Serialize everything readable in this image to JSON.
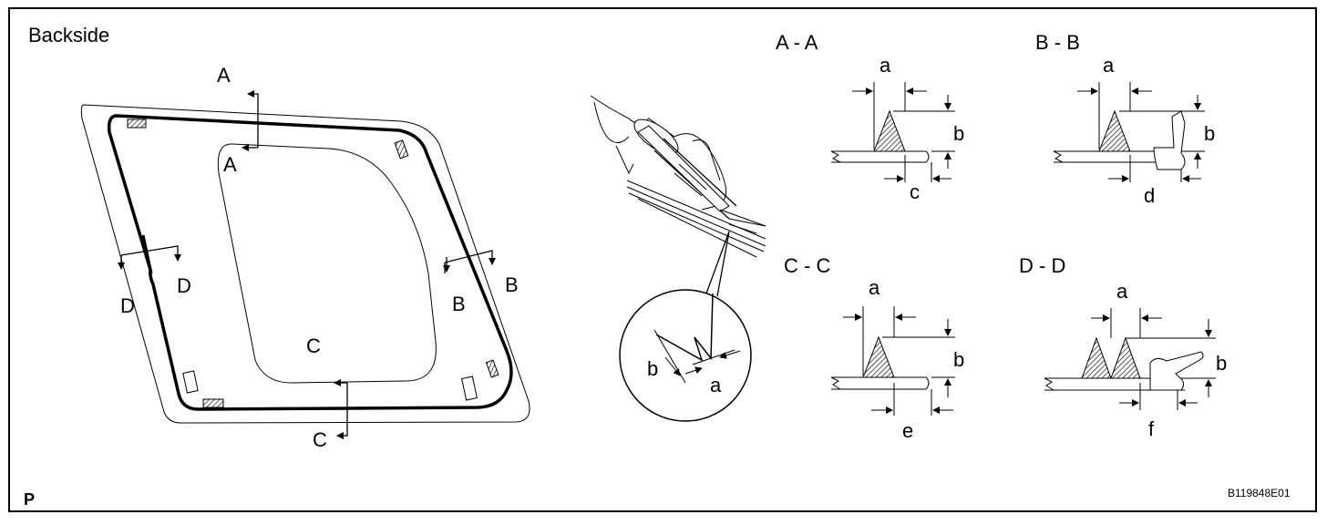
{
  "panel": {
    "title": "Backside",
    "corner_mark": "P",
    "figure_code": "B119848E01"
  },
  "labels": {
    "a": "a",
    "b": "b",
    "c": "c",
    "d": "d",
    "e": "e",
    "f": "f",
    "A": "A",
    "B": "B",
    "C": "C",
    "D": "D"
  },
  "sections": {
    "aa": "A - A",
    "bb": "B - B",
    "cc": "C - C",
    "dd": "D - D"
  },
  "colors": {
    "line": "#000000",
    "background": "#ffffff"
  }
}
